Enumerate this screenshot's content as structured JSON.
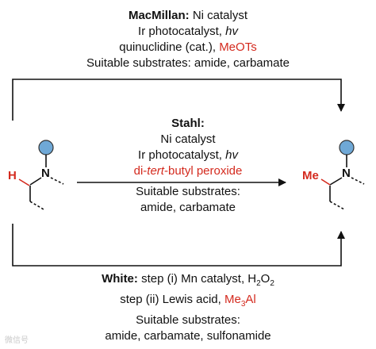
{
  "top": {
    "title": "MacMillan:",
    "title_rest": " Ni catalyst",
    "line2_pre": "Ir photocatalyst, ",
    "line2_hv": "hv",
    "line3_pre": "quinuclidine (cat.), ",
    "line3_red": "MeOTs",
    "line4": "Suitable substrates: amide, carbamate"
  },
  "middle": {
    "title": "Stahl:",
    "line2": "Ni catalyst",
    "line3_pre": "Ir photocatalyst, ",
    "line3_hv": "hv",
    "line4_a": "di-",
    "line4_b": "tert",
    "line4_c": "-butyl peroxide",
    "line5": "Suitable substrates:",
    "line6": "amide, carbamate"
  },
  "bottom": {
    "title": "White:",
    "line1_rest_a": " step (i) Mn catalyst, H",
    "line1_sub": "2",
    "line1_rest_b": "O",
    "line1_sub2": "2",
    "line2_pre": "step (ii) Lewis acid, ",
    "line2_red_a": "Me",
    "line2_red_sub": "3",
    "line2_red_b": "Al",
    "line3": "Suitable substrates:",
    "line4": "amide, carbamate, sulfonamide"
  },
  "molecules": {
    "left_h": "H",
    "left_n": "N",
    "right_me": "Me",
    "right_n": "N"
  },
  "colors": {
    "red": "#d42a1e",
    "circle_fill": "#6fa8d6",
    "line": "#111111"
  },
  "watermark": "微信号"
}
